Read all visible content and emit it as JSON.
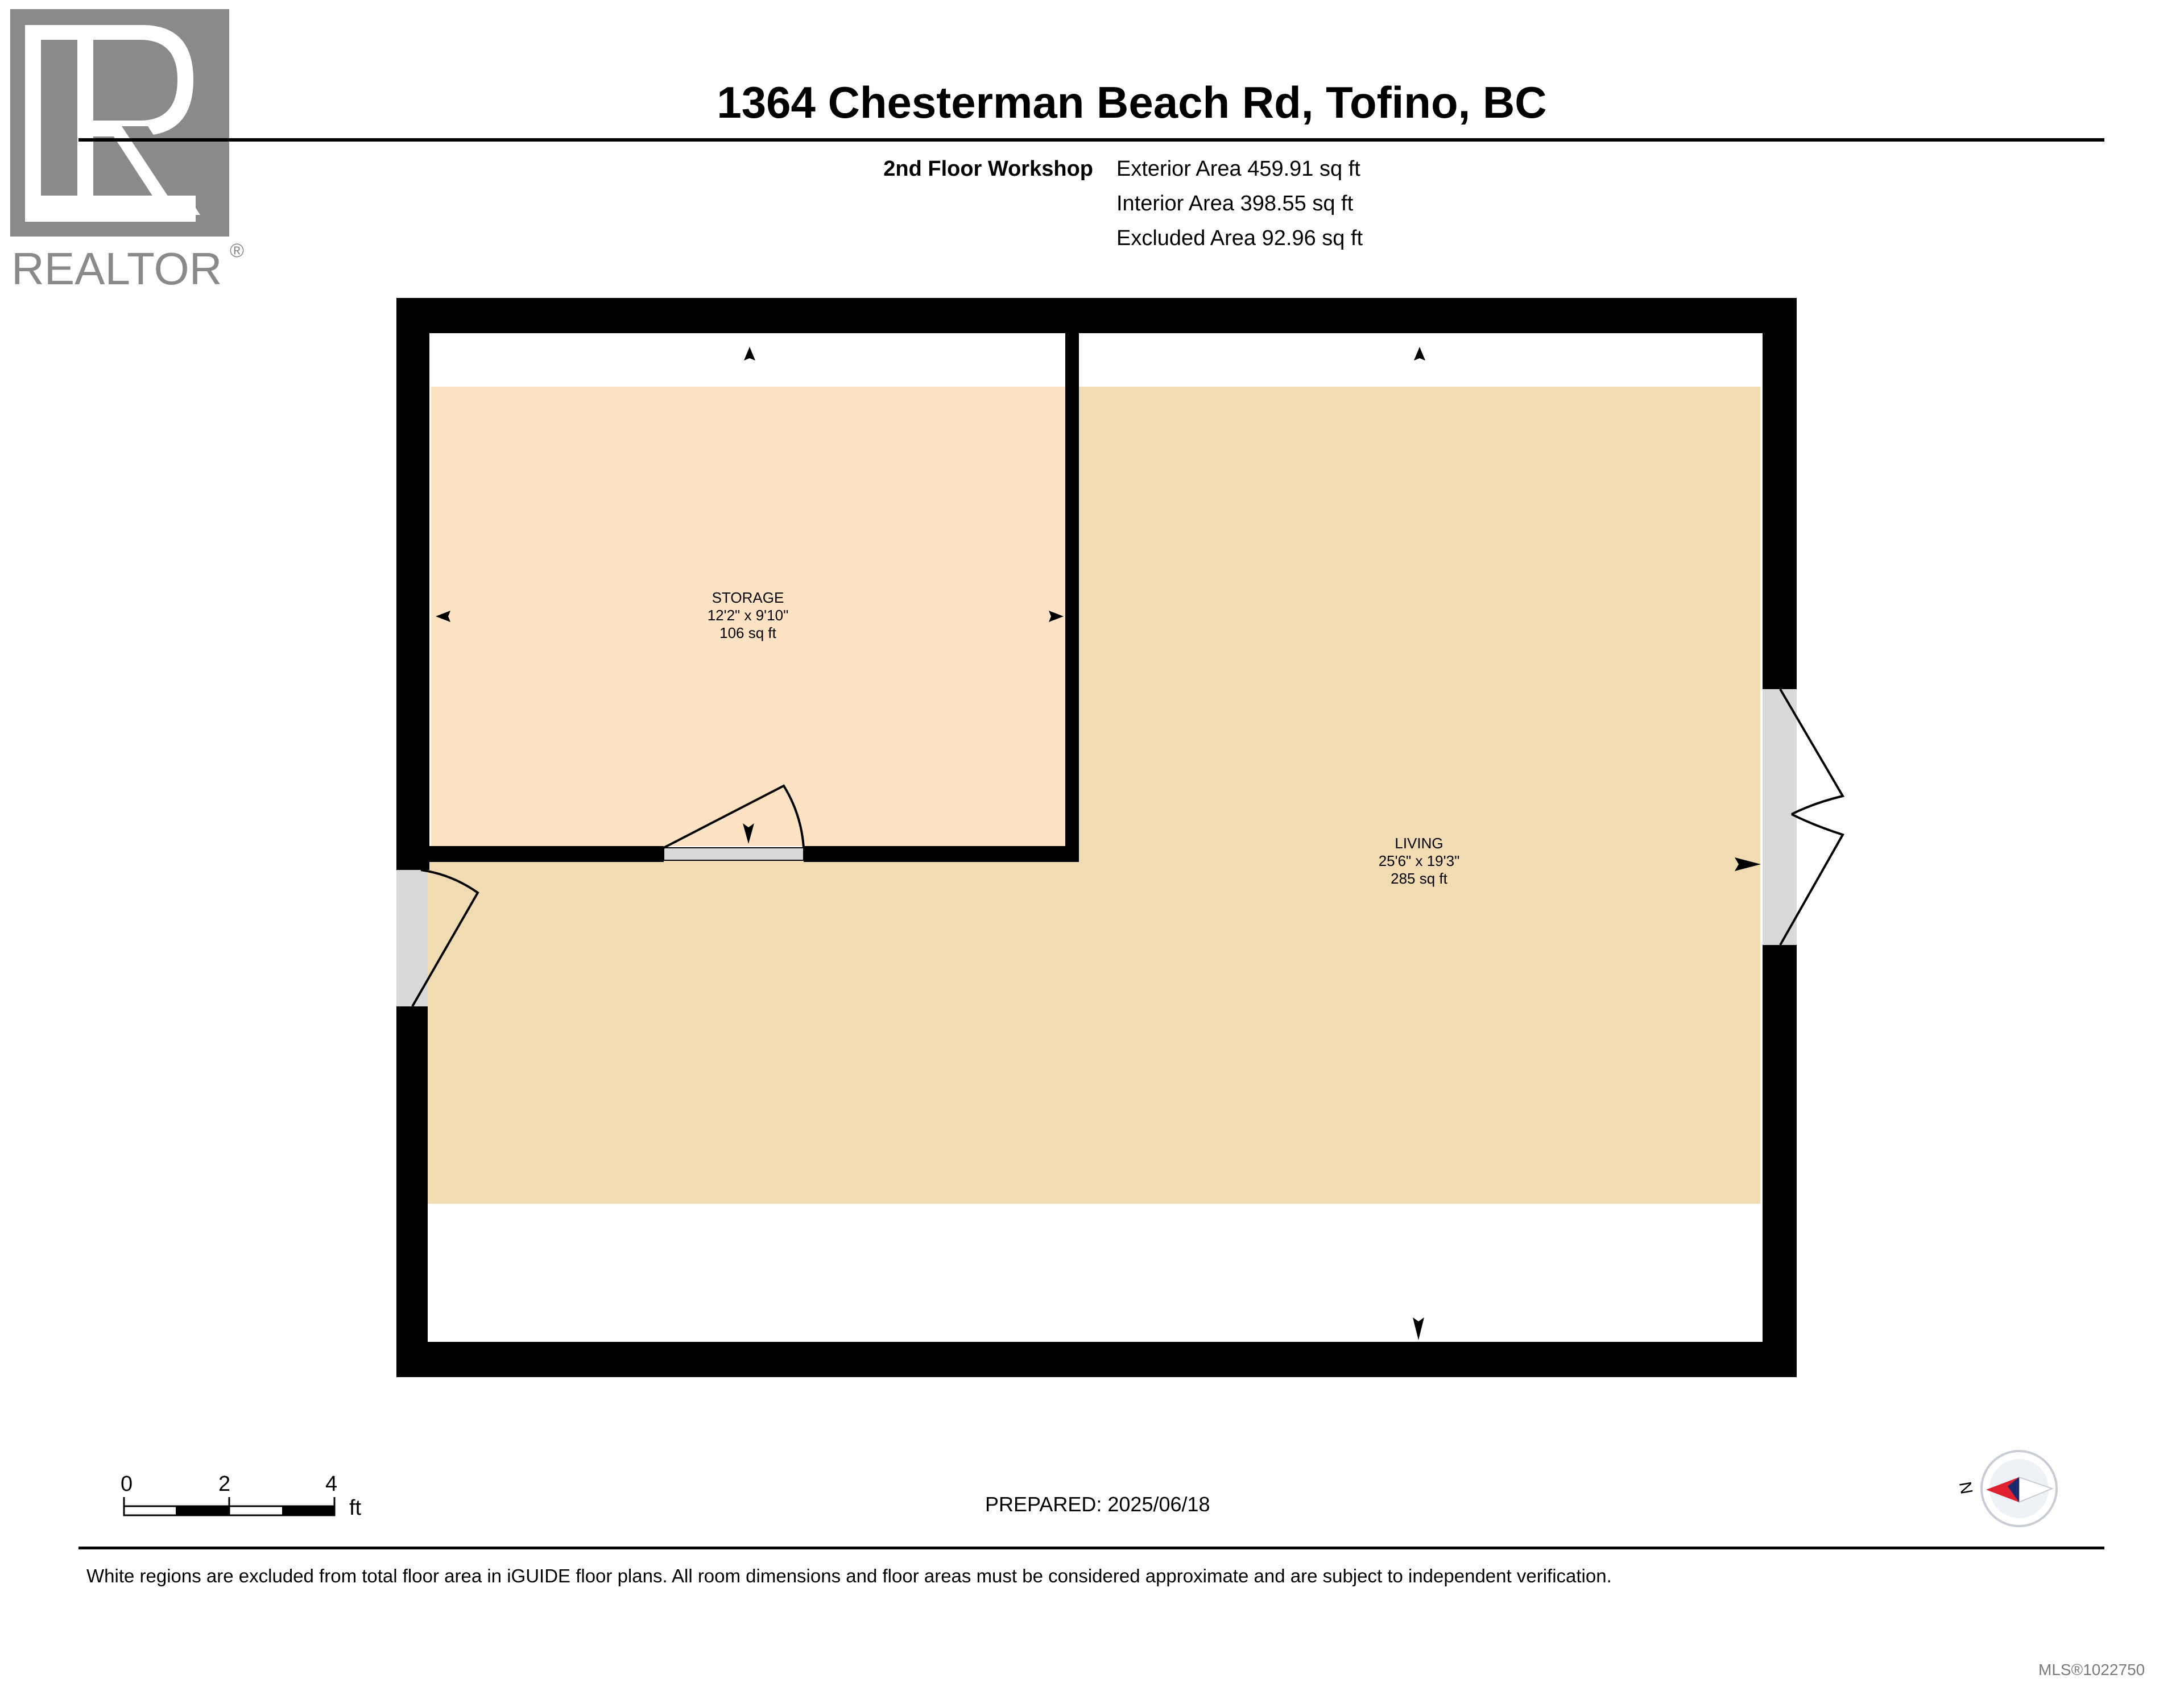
{
  "logo": {
    "text": "REALTOR",
    "mark": "®"
  },
  "title": "1364 Chesterman Beach Rd, Tofino, BC",
  "summary": {
    "floor_name": "2nd Floor Workshop",
    "exterior": {
      "label": "Exterior Area",
      "value": "459.91 sq ft"
    },
    "interior": {
      "label": "Interior Area",
      "value": "398.55 sq ft"
    },
    "excluded": {
      "label": "Excluded Area",
      "value": "92.96 sq ft"
    }
  },
  "rooms": {
    "storage": {
      "name": "STORAGE",
      "dims": "12'2\" x 9'10\"",
      "area": "106 sq ft"
    },
    "living": {
      "name": "LIVING",
      "dims": "25'6\" x 19'3\"",
      "area": "285 sq ft"
    }
  },
  "scale_bar": {
    "ticks": [
      "0",
      "2",
      "4"
    ],
    "unit": "ft"
  },
  "compass": {
    "label": "N",
    "icon": "compass-icon"
  },
  "prepared": "PREPARED: 2025/06/18",
  "disclaimer": "White regions are excluded from total floor area in iGUIDE floor plans. All room dimensions and floor areas must be considered approximate and are subject to independent verification.",
  "mls": "MLS®1022750",
  "colors": {
    "storage_fill": "#fde3c4",
    "living_fill": "#f1dbb2",
    "wall": "#000000",
    "door_gray": "#d9d9d9",
    "logo_gray": "#8a8a8a",
    "compass_red": "#e0202e"
  }
}
